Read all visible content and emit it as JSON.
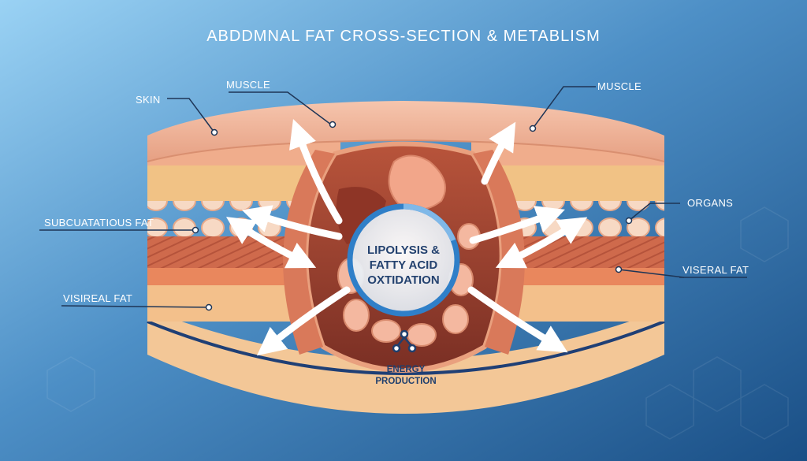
{
  "title": "ABDDMNAL FAT CROSS-SECTION & METABLISM",
  "labels": {
    "skin": "SKIN",
    "muscle_left": "MUSCLE",
    "muscle_right": "MUSCLE",
    "subcutaneous_fat": "SUBCUATATIOUS FAT",
    "visceral_fat_left": "VISIREAL FAT",
    "organs": "ORGANS",
    "visceral_fat_right": "VISERAL FAT"
  },
  "center": {
    "line1": "LIPOLYSIS &",
    "line2": "FATTY ACID",
    "line3": "OXTIDATION"
  },
  "energy": {
    "line1": "ENERGY",
    "line2": "PRODUCTION"
  },
  "icons": [
    "molecule-icon"
  ],
  "colors": {
    "background_light": "#8fc8ee",
    "background_dark": "#1d5a93",
    "skin": "#f0b396",
    "subcutaneous_fat": "#f1c285",
    "muscle": "#d9795a",
    "visceral_fat": "#e88a5e",
    "ring": "#2f7fc8",
    "arrow": "#ffffff"
  }
}
